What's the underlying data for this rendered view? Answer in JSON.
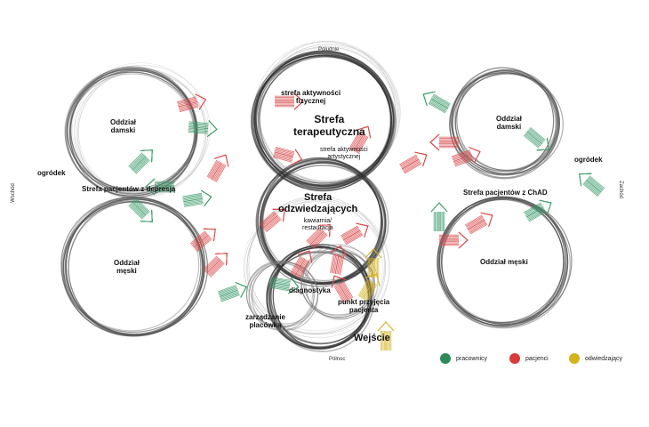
{
  "directions": {
    "south": "Południe",
    "north": "Północ",
    "east": "Wschód",
    "west": "Zachód"
  },
  "left_wing": {
    "ward_women": "Oddział\ndamski",
    "ward_men": "Oddział\nmęski",
    "garden": "ogródek",
    "zone": "Strefa pacjentów z depresją"
  },
  "center": {
    "activity_physical": "strefa aktywności\nfizycznej",
    "therapy_zone": "Strefa\nterapeutyczna",
    "activity_artistic": "strefa aktywności\nartystycznej",
    "waiting_zone": "Strefa\nodzwiedzających",
    "cafe": "kawiarnia/\nrestauracja",
    "diagnostics": "diagnostyka",
    "admin": "zarządzanie\nplacówką",
    "admission": "punkt przyjęcia\npacjenta",
    "entrance": "Wejście"
  },
  "right_wing": {
    "ward_women": "Oddział\ndamski",
    "ward_men": "Oddział męski",
    "garden": "ogródek",
    "zone": "Strefa pacjentów z ChAD"
  },
  "legend": [
    {
      "label": "pracownicy",
      "color": "#2e8b57"
    },
    {
      "label": "pacjenci",
      "color": "#d93a3a"
    },
    {
      "label": "odwiedzający",
      "color": "#d4b21e"
    }
  ],
  "colors": {
    "staff": "#3a9a6a",
    "patients": "#d94a4a",
    "visitors": "#d4b21e",
    "ring": "#555555"
  }
}
